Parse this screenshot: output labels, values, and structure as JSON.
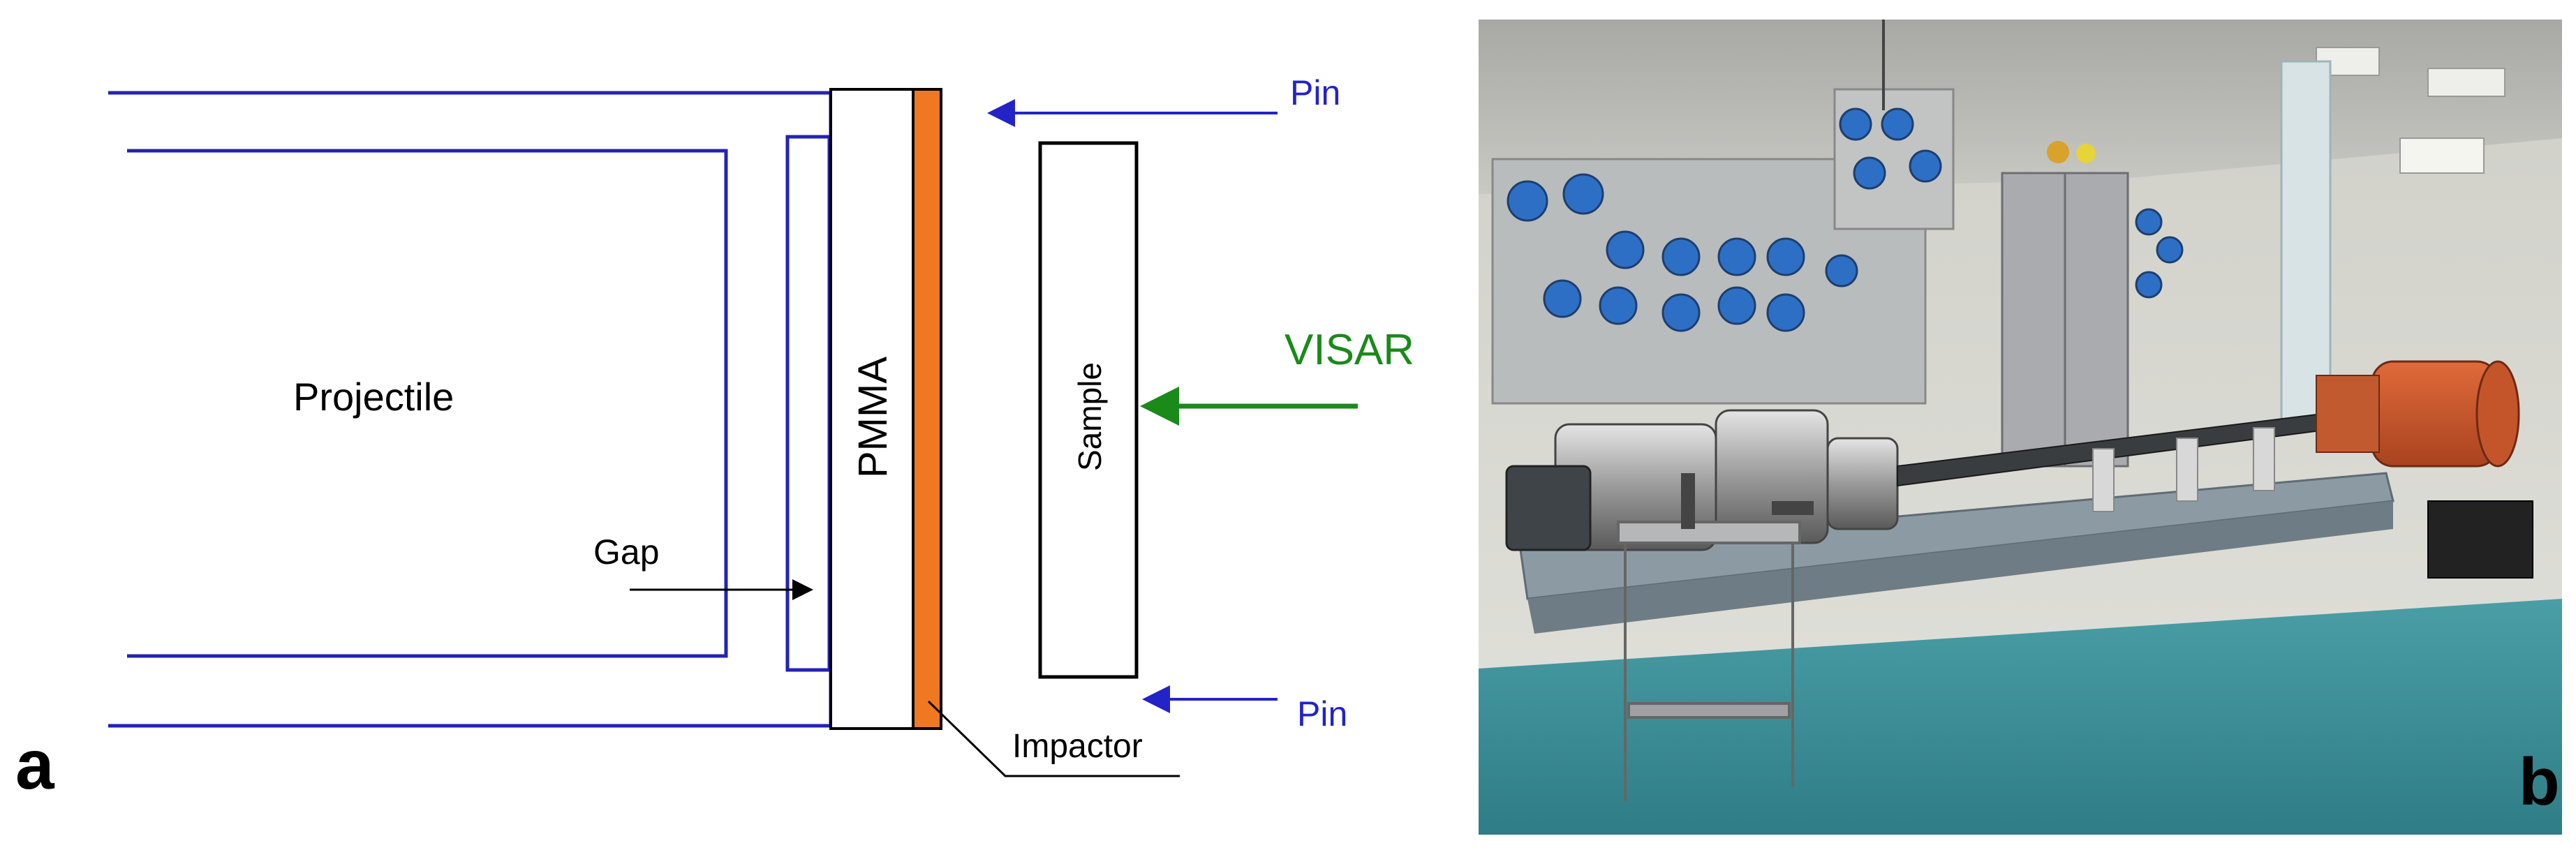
{
  "panel_a": {
    "panel_letter": "a",
    "labels": {
      "projectile": "Projectile",
      "pmma": "PMMA",
      "sample": "Sample",
      "gap": "Gap",
      "impactor": "Impactor",
      "pin_top": "Pin",
      "pin_bottom": "Pin",
      "visar": "VISAR"
    },
    "colors": {
      "projectile_lines": "#2323b4",
      "pin_arrows": "#2323c8",
      "visar_arrow": "#1a8a1a",
      "impactor_fill": "#f07820",
      "outline": "#000000"
    }
  },
  "panel_b": {
    "panel_letter": "b",
    "photo_description_icons": [
      "gas-gun-barrel",
      "target-chamber",
      "gauge-panel",
      "cabinet",
      "cart"
    ]
  }
}
